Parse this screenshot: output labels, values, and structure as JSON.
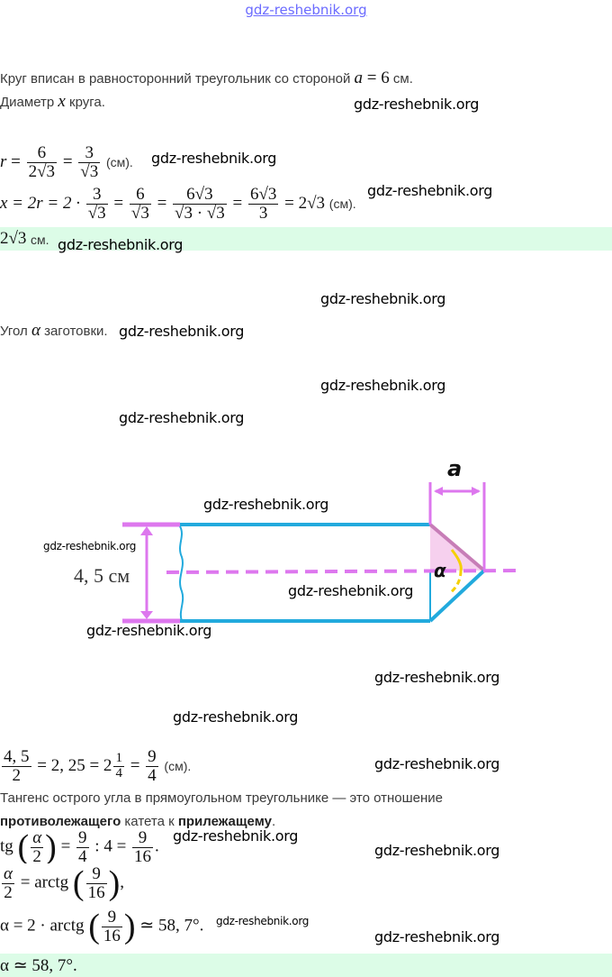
{
  "header_link": "gdz-reshebnik.org",
  "watermark": "gdz-reshebnik.org",
  "part1": {
    "line1_text": "Круг вписан в равносторонний треугольник со стороной ",
    "line1_var": "a",
    "line1_eq": " = 6",
    "line1_unit": " см.",
    "line2_pre": "Диаметр ",
    "line2_var": "x",
    "line2_post": " круга.",
    "r_formula": {
      "lhs": "r",
      "eq": "=",
      "f1_num": "6",
      "f1_den": "2√3",
      "f2_num": "3",
      "f2_den": "√3",
      "unit": "(см)."
    },
    "x_formula": {
      "lhs": "x = 2r = 2 ·",
      "f1_num": "3",
      "f1_den": "√3",
      "f2_num": "6",
      "f2_den": "√3",
      "f3_num": "6√3",
      "f3_den": "√3 · √3",
      "f4_num": "6√3",
      "f4_den": "3",
      "result": "= 2√3",
      "unit": "(см)."
    },
    "answer_math": "2√3",
    "answer_unit": " см."
  },
  "part2": {
    "intro_pre": "Угол ",
    "intro_var": "α",
    "intro_post": " заготовки.",
    "diagram": {
      "label_width": "a",
      "label_angle": "α",
      "label_height": "4, 5 см"
    },
    "half_formula": {
      "f1_num": "4, 5",
      "f1_den": "2",
      "mid": "= 2, 25 = 2",
      "f2_num": "1",
      "f2_den": "4",
      "eq": "=",
      "f3_num": "9",
      "f3_den": "4",
      "unit": "(см)."
    },
    "tangent_text1": "Тангенс острого угла в прямоугольном треугольнике — это отношение",
    "tangent_bold1": "противолежащего",
    "tangent_mid": " катета к ",
    "tangent_bold2": "прилежащему",
    "tangent_end": ".",
    "tg_formula": {
      "fn": "tg",
      "a_num": "α",
      "a_den": "2",
      "eq": "=",
      "f1_num": "9",
      "f1_den": "4",
      "mid": ": 4 =",
      "f2_num": "9",
      "f2_den": "16",
      "end": "."
    },
    "arctg_formula": {
      "a_num": "α",
      "a_den": "2",
      "mid": "= arctg",
      "f_num": "9",
      "f_den": "16",
      "end": ","
    },
    "alpha_formula": {
      "lhs": "α = 2 · arctg",
      "f_num": "9",
      "f_den": "16",
      "end": "≃ 58, 7°."
    },
    "answer": "α ≃ 58, 7°."
  },
  "colors": {
    "pink": "#dd77ee",
    "blue": "#22aadd",
    "yellow": "#f5d000",
    "answer_bg": "#dcfce7"
  }
}
